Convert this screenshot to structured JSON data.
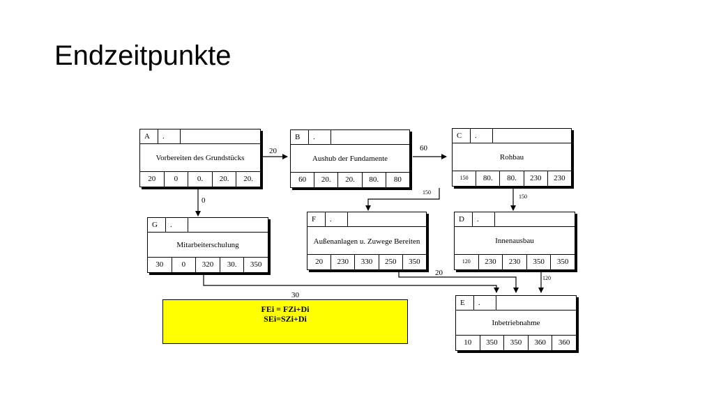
{
  "title": "Endzeitpunkte",
  "nodes": {
    "A": {
      "id": "A",
      "mark": ".",
      "name": "Vorbereiten des Grundstücks",
      "vals": [
        "20",
        "0",
        "0.",
        "20.",
        "20."
      ]
    },
    "B": {
      "id": "B",
      "mark": ".",
      "name": "Aushub der Fundamente",
      "vals": [
        "60",
        "20.",
        "20.",
        "80.",
        "80"
      ]
    },
    "C": {
      "id": "C",
      "mark": ".",
      "name": "Rohbau",
      "vals": [
        "150",
        "80.",
        "80.",
        "230",
        "230"
      ]
    },
    "G": {
      "id": "G",
      "mark": ".",
      "name": "Mitarbeiterschulung",
      "vals": [
        "30",
        "0",
        "320",
        "30.",
        "350"
      ]
    },
    "F": {
      "id": "F",
      "mark": ".",
      "name": "Außenanlagen u. Zuwege Bereiten",
      "vals": [
        "20",
        "230",
        "330",
        "250",
        "350"
      ]
    },
    "D": {
      "id": "D",
      "mark": ".",
      "name": "Innenausbau",
      "vals": [
        "120",
        "230",
        "230",
        "350",
        "350"
      ]
    },
    "E": {
      "id": "E",
      "mark": ".",
      "name": "Inbetriebnahme",
      "vals": [
        "10",
        "350",
        "350",
        "360",
        "360"
      ]
    }
  },
  "edge_labels": {
    "ab": "20",
    "bc": "60",
    "cf": "150",
    "cd": "150",
    "ag": "0",
    "fe": "20",
    "de": "120",
    "ge": "30"
  },
  "formula": {
    "line1": "FEi = FZi+Di",
    "line2": "SEi=SZi+Di"
  }
}
